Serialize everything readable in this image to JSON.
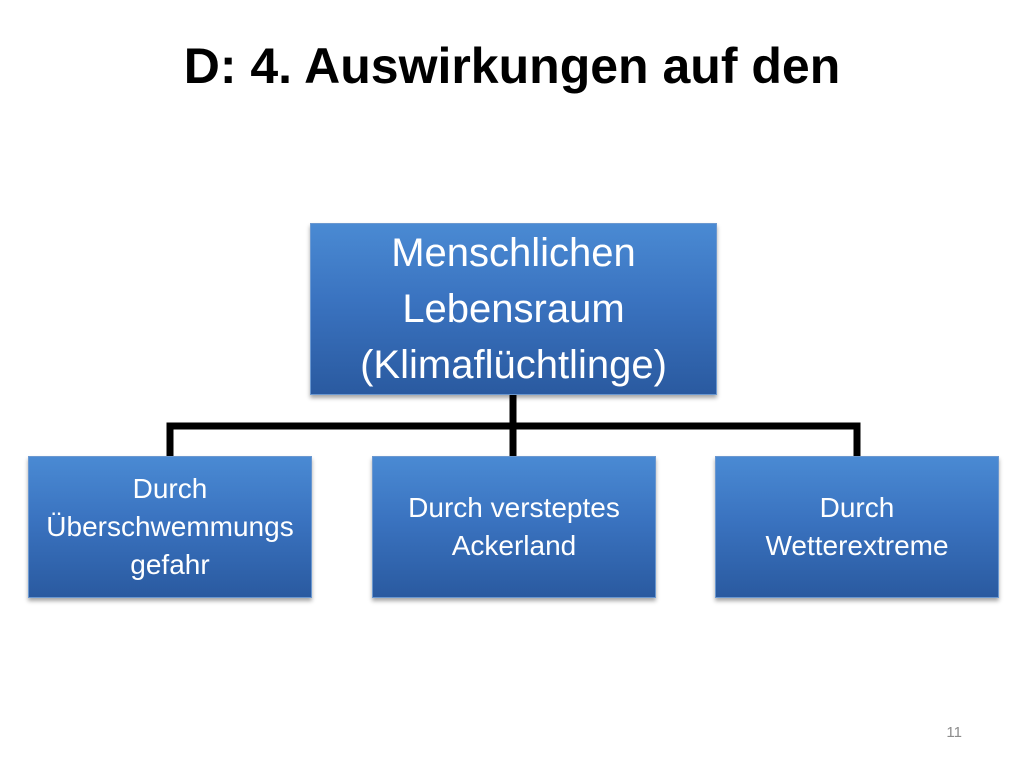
{
  "slide": {
    "title": "D: 4. Auswirkungen auf den",
    "page_number": "11"
  },
  "diagram": {
    "root": {
      "label": "Menschlichen\nLebensraum\n(Klimaflüchtlinge)"
    },
    "children": [
      {
        "label": "Durch\nÜberschwemmungs\ngefahr"
      },
      {
        "label": "Durch versteptes\nAckerland"
      },
      {
        "label": "Durch\nWetterextreme"
      }
    ],
    "colors": {
      "node_fill": "#3a73c0",
      "node_text": "#ffffff",
      "connector": "#000000"
    }
  }
}
